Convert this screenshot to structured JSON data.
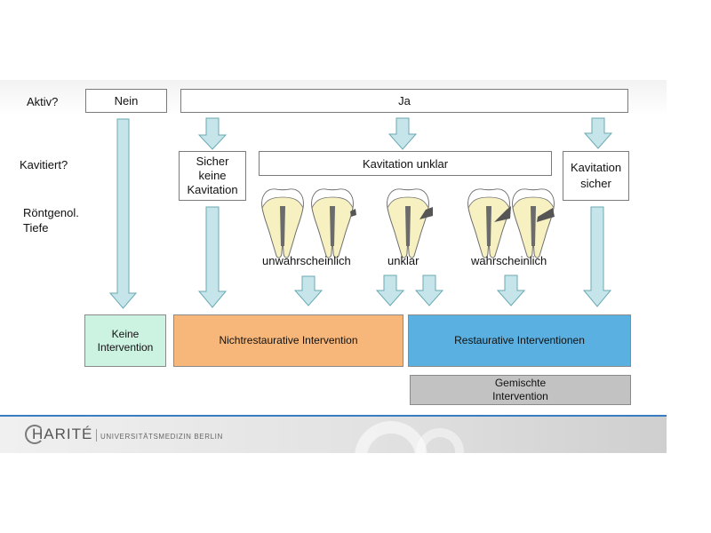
{
  "row_labels": {
    "aktiv": "Aktiv?",
    "kavitiert": "Kavitiert?",
    "roentgen": "Röntgenol.\nTiefe"
  },
  "activity": {
    "no": "Nein",
    "yes": "Ja"
  },
  "cavitation": {
    "no": "Sicher\nkeine\nKavitation",
    "unclear": "Kavitation unklar",
    "yes": "Kavitation\nsicher"
  },
  "depth": {
    "unlikely": "unwahrscheinlich",
    "unclear": "unklar",
    "likely": "wahrscheinlich"
  },
  "interventions": {
    "none": "Keine\nIntervention",
    "non_restorative": "Nichtrestaurative Intervention",
    "restorative": "Restaurative Interventionen",
    "mixed": "Gemischte\nIntervention"
  },
  "footer": {
    "logo_name": "HARITÉ",
    "logo_subtitle": "UNIVERSITÄTSMEDIZIN BERLIN"
  },
  "colors": {
    "arrow_fill": "#c5e5ea",
    "arrow_stroke": "#6aaab3",
    "none_box": "#ccf2e2",
    "non_restorative_box": "#f8b77a",
    "restorative_box": "#5ab0e0",
    "mixed_box": "#c2c2c2",
    "footer_rule": "#3a7cc2"
  },
  "icons": {
    "tooth": "tooth-icon",
    "arrow": "down-arrow-icon"
  }
}
